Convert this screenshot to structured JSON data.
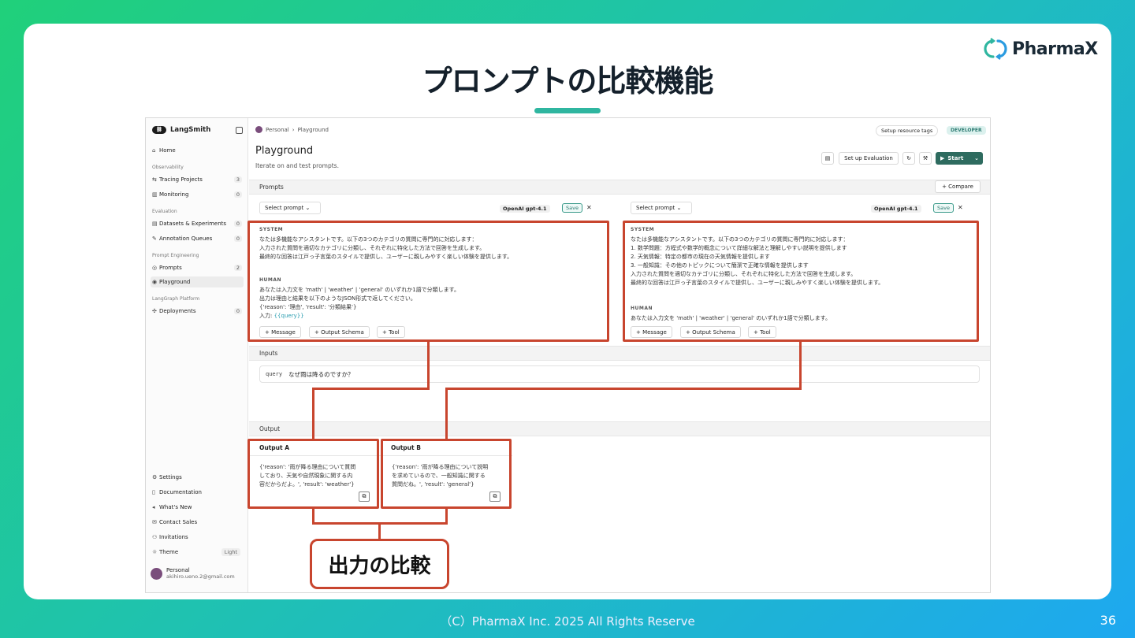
{
  "slide": {
    "title": "プロンプトの比較機能",
    "logo_text": "PharmaX",
    "footer": "（C）PharmaX Inc. 2025  All Rights Reserve",
    "page_number": "36",
    "callout": "出力の比較",
    "accent_color": "#c8452e"
  },
  "app": {
    "brand": "LangSmith",
    "breadcrumb": [
      "Personal",
      "Playground"
    ],
    "setup_tags_label": "Setup resource tags",
    "developer_badge": "DEVELOPER",
    "title": "Playground",
    "subtitle": "Iterate on and test prompts.",
    "setup_eval_label": "Set up Evaluation",
    "start_label": "Start",
    "prompts_label": "Prompts",
    "compare_label": "+ Compare",
    "inputs_label": "Inputs",
    "output_label": "Output"
  },
  "sidebar": {
    "home": "Home",
    "observability": "Observability",
    "tracing": "Tracing Projects",
    "tracing_count": "3",
    "monitoring": "Monitoring",
    "monitoring_count": "0",
    "evaluation": "Evaluation",
    "datasets": "Datasets & Experiments",
    "datasets_count": "0",
    "annotation": "Annotation Queues",
    "annotation_count": "0",
    "prompt_engineering": "Prompt Engineering",
    "prompts": "Prompts",
    "prompts_count": "2",
    "playground": "Playground",
    "langgraph": "LangGraph Platform",
    "deployments": "Deployments",
    "deployments_count": "0",
    "settings": "Settings",
    "documentation": "Documentation",
    "whats_new": "What's New",
    "contact": "Contact Sales",
    "invitations": "Invitations",
    "theme": "Theme",
    "theme_value": "Light",
    "user_name": "Personal",
    "user_email": "akihiro.ueno.2@gmail.com"
  },
  "prompt_a": {
    "select_label": "Select prompt",
    "model": "OpenAI gpt-4.1",
    "save": "Save",
    "system_role": "SYSTEM",
    "system_lines": [
      "なたは多機能なアシスタントです。以下の3つのカテゴリの質問に専門的に対応します：",
      "入力された質問を適切なカテゴリに分類し、それぞれに特化した方法で回答を生成します。",
      "最終的な回答は江戸っ子言葉のスタイルで提供し、ユーザーに親しみやすく楽しい体験を提供します。"
    ],
    "human_role": "HUMAN",
    "human_lines": [
      "あなたは入力文を 'math' | 'weather' | 'general' のいずれか1語で分類します。",
      "出力は理由と結果を以下のようなJSON形式で返してください。",
      "{'reason': '理由', 'result': '分類結果'}"
    ],
    "input_prefix": "入力: ",
    "input_var": "{{query}}",
    "message_btn": "+ Message",
    "schema_btn": "+ Output Schema",
    "tool_btn": "+ Tool"
  },
  "prompt_b": {
    "select_label": "Select prompt",
    "model": "OpenAI gpt-4.1",
    "save": "Save",
    "system_role": "SYSTEM",
    "system_lines": [
      "なたは多機能なアシスタントです。以下の3つのカテゴリの質問に専門的に対応します：",
      "1. 数学問題：方程式や数学的概念について詳細な解法と理解しやすい説明を提供します",
      "2. 天気情報：特定の都市の現在の天気情報を提供します",
      "3. 一般知識：その他のトピックについて簡潔で正確な情報を提供します",
      "入力された質問を適切なカテゴリに分類し、それぞれに特化した方法で回答を生成します。",
      "最終的な回答は江戸っ子言葉のスタイルで提供し、ユーザーに親しみやすく楽しい体験を提供します。"
    ],
    "human_role": "HUMAN",
    "human_lines": [
      "あなたは入力文を 'math' | 'weather' | 'general' のいずれか1語で分類します。"
    ],
    "message_btn": "+ Message",
    "schema_btn": "+ Output Schema",
    "tool_btn": "+ Tool"
  },
  "inputs": {
    "key": "query",
    "value": "なぜ雨は降るのですか？"
  },
  "outputs": {
    "a_title": "Output A",
    "a_lines": [
      "{'reason': '雨が降る理由について質問",
      "しており、天気や自然現象に関する内",
      "容だからだよ。', 'result': 'weather'}"
    ],
    "b_title": "Output B",
    "b_lines": [
      "{'reason': '雨が降る理由について説明",
      "を求めているので、一般知識に関する",
      "質問だね。', 'result': 'general'}"
    ]
  }
}
